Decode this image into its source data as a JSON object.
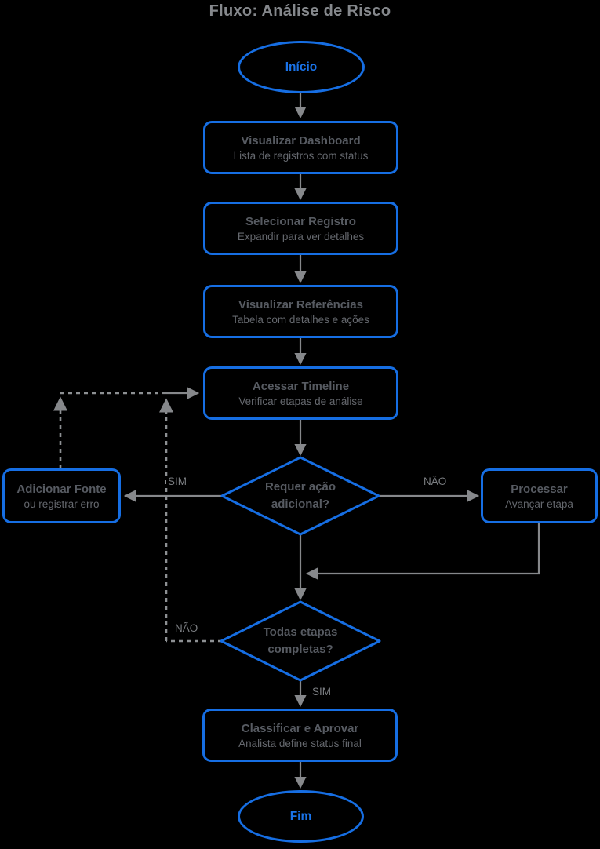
{
  "title": "Fluxo: Análise de Risco",
  "colors": {
    "background": "#000000",
    "node_stroke_blue": "#166ee3",
    "terminal_text_blue": "#1a73e8",
    "connector_gray": "#86888b",
    "node_title_gray": "#575b62",
    "node_subtitle_gray": "#65686e",
    "edge_label_gray": "#7b7e82",
    "diagram_title_gray": "#85888c"
  },
  "nodes": {
    "start": {
      "label": "Início"
    },
    "dashboard": {
      "title": "Visualizar Dashboard",
      "subtitle": "Lista de registros com status"
    },
    "select_record": {
      "title": "Selecionar Registro",
      "subtitle": "Expandir para ver detalhes"
    },
    "references": {
      "title": "Visualizar Referências",
      "subtitle": "Tabela com detalhes e ações"
    },
    "timeline": {
      "title": "Acessar Timeline",
      "subtitle": "Verificar etapas de análise"
    },
    "decision_action": {
      "line1": "Requer ação",
      "line2": "adicional?"
    },
    "add_source": {
      "title": "Adicionar Fonte",
      "subtitle": "ou registrar erro"
    },
    "process": {
      "title": "Processar",
      "subtitle": "Avançar etapa"
    },
    "decision_complete": {
      "line1": "Todas etapas",
      "line2": "completas?"
    },
    "classify": {
      "title": "Classificar e Aprovar",
      "subtitle": "Analista define status final"
    },
    "end": {
      "label": "Fim"
    }
  },
  "edge_labels": {
    "sim_to_add_source": "SIM",
    "nao_to_process": "NÃO",
    "nao_loop_back": "NÃO",
    "sim_to_classify": "SIM"
  }
}
